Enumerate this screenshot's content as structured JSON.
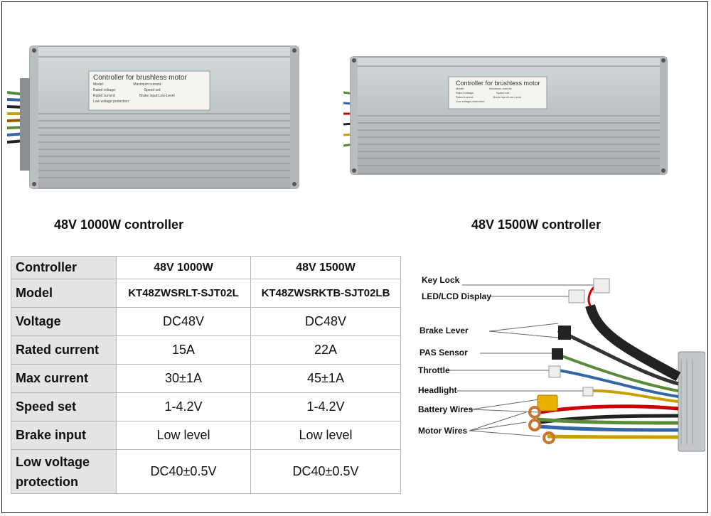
{
  "captions": {
    "left": "48V 1000W controller",
    "right": "48V 1500W controller"
  },
  "controller_label": {
    "title": "Controller for brushless motor",
    "model": "Model:",
    "rated_voltage": "Rated voltage:",
    "rated_current": "Rated current:",
    "low_voltage": "Low voltage protection:",
    "max_current": "Maximum current:",
    "speed_set": "Speed set:",
    "brake": "Brake input:Low-Level"
  },
  "table": {
    "header": [
      "Controller",
      "48V 1000W",
      "48V 1500W"
    ],
    "rows": [
      {
        "label": "Model",
        "a": "KT48ZWSRLT-SJT02L",
        "b": "KT48ZWSRKTB-SJT02LB"
      },
      {
        "label": "Voltage",
        "a": "DC48V",
        "b": "DC48V"
      },
      {
        "label": "Rated current",
        "a": "15A",
        "b": "22A"
      },
      {
        "label": "Max current",
        "a": "30±1A",
        "b": "45±1A"
      },
      {
        "label": "Speed set",
        "a": "1-4.2V",
        "b": "1-4.2V"
      },
      {
        "label": "Brake input",
        "a": "Low level",
        "b": "Low level"
      },
      {
        "label_line1": "Low voltage",
        "label_line2": "protection",
        "a": "DC40±0.5V",
        "b": "DC40±0.5V"
      }
    ]
  },
  "wiring": {
    "labels": [
      "Key Lock",
      "LED/LCD Display",
      "Brake Lever",
      "PAS Sensor",
      "Throttle",
      "Headlight",
      "Battery Wires",
      "Motor Wires"
    ]
  },
  "colors": {
    "housing": "#c6cbcd",
    "label": "#f4f4f0",
    "table_head": "#e4e4e4",
    "battery_connector": "#e8b000"
  }
}
